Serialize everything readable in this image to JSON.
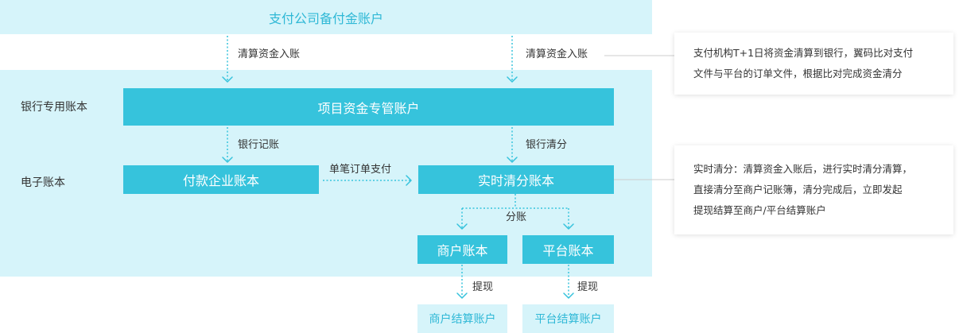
{
  "header": {
    "title": "支付公司备付金账户"
  },
  "flows": {
    "settle_left": "清算资金入账",
    "settle_right": "清算资金入账",
    "bank_record": "银行记账",
    "bank_clear": "银行清分",
    "single_order": "单笔订单支付",
    "split": "分账",
    "withdraw_left": "提现",
    "withdraw_right": "提现"
  },
  "rows": {
    "bank_account": "银行专用账本",
    "e_account": "电子账本"
  },
  "boxes": {
    "project_account": "项目资金专管账户",
    "payer_account": "付款企业账本",
    "realtime_account": "实时清分账本",
    "merchant_account": "商户账本",
    "platform_account": "平台账本",
    "merchant_settle": "商户结算账户",
    "platform_settle": "平台结算账户"
  },
  "notes": {
    "note1": [
      "支付机构T+1日将资金清算到银行，翼码比对支付",
      "文件与平台的订单文件，根据比对完成资金清分"
    ],
    "note2": [
      "实时清分：清算资金入账后，进行实时清分清算，",
      "直接清分至商户记账簿，清分完成后，立即发起",
      "提现结算至商户/平台结算账户"
    ]
  },
  "colors": {
    "accent": "#36c3dc",
    "band": "#d6f4fa",
    "text": "#333333",
    "title": "#2fb8d6"
  }
}
